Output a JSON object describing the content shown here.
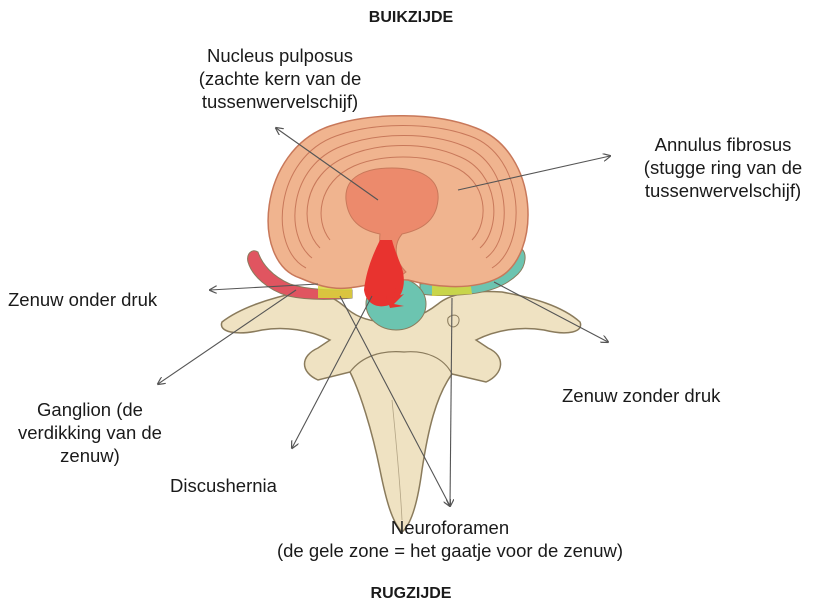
{
  "orientation": {
    "top": "BUIKZIJDE",
    "bottom": "RUGZIJDE"
  },
  "labels": {
    "nucleus": [
      "Nucleus pulposus",
      "(zachte kern van de",
      "tussenwervelschijf)"
    ],
    "annulus": [
      "Annulus fibrosus",
      "(stugge ring van de",
      "tussenwervelschijf)"
    ],
    "compressed_nerve": [
      "Zenuw onder druk"
    ],
    "free_nerve": [
      "Zenuw zonder druk"
    ],
    "ganglion": [
      "Ganglion (de",
      "verdikking van de",
      "zenuw)"
    ],
    "hernia": [
      "Discushernia"
    ],
    "foramen": [
      "Neuroforamen",
      "(de gele zone = het gaatje voor de zenuw)"
    ]
  },
  "colors": {
    "disc_outer": "#f0b48f",
    "disc_ring_line": "#c8785a",
    "nucleus": "#ec8a6c",
    "herniation": "#e8332f",
    "compressed_nerve": "#e05560",
    "free_nerve": "#6cc4b0",
    "bone": "#efe2c2",
    "bone_outline": "#8a7b5c",
    "foramen_zone": "#d8d83a"
  }
}
